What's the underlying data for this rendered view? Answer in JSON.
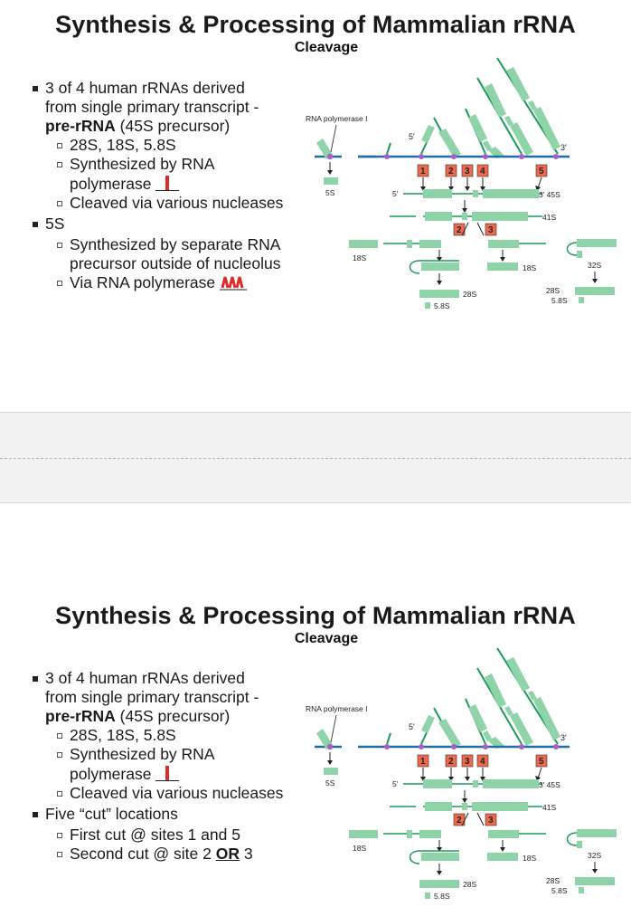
{
  "slide1": {
    "title": "Synthesis & Processing of Mammalian rRNA",
    "subtitle": "Cleavage",
    "bullets": [
      {
        "line1": "3 of 4 human rRNAs derived",
        "line2": "from single primary transcript -",
        "bold": "pre-rRNA",
        "rest": " (45S precursor)"
      },
      {
        "text": "28S, 18S, 5.8S"
      },
      {
        "line1": "Synthesized by RNA",
        "line2": "polymerase"
      },
      {
        "text": "Cleaved via various nucleases"
      },
      {
        "text": "5S"
      },
      {
        "line1": "Synthesized by separate RNA",
        "line2": "precursor outside of nucleolus"
      },
      {
        "text": "Via RNA polymerase"
      }
    ]
  },
  "slide2": {
    "title": "Synthesis & Processing of Mammalian rRNA",
    "subtitle": "Cleavage",
    "bullets": [
      {
        "line1": "3 of 4 human rRNAs derived",
        "line2": "from single primary transcript -",
        "bold": "pre-rRNA",
        "rest": " (45S precursor)"
      },
      {
        "text": "28S, 18S, 5.8S"
      },
      {
        "line1": "Synthesized by RNA",
        "line2": "polymerase"
      },
      {
        "text": "Cleaved via various nucleases"
      },
      {
        "text": "Five “cut” locations"
      },
      {
        "text": "First cut @ sites 1 and 5"
      },
      {
        "pre": "Second cut @ site 2 ",
        "bold": "OR",
        "post": " 3"
      }
    ]
  },
  "diagram": {
    "pol_label": "RNA polymerase I",
    "five_prime": "5′",
    "three_prime": "3′",
    "label_5s": "5S",
    "label_45s": "3′ 45S",
    "label_41s": "41S",
    "label_18s": "18S",
    "label_32s": "32S",
    "label_28s": "28S",
    "label_58s": "5.8S",
    "sites": [
      "1",
      "2",
      "3",
      "4",
      "5"
    ],
    "colors": {
      "rna": "#8fd3a8",
      "dna": "#1f6fa0",
      "site": "#ef6a4c",
      "strand": "#1b9a5a",
      "dot": "#a85fc6"
    }
  }
}
